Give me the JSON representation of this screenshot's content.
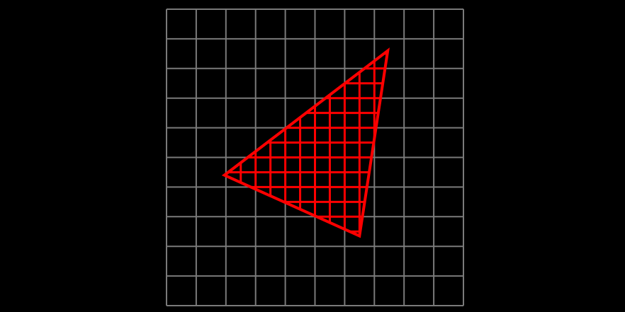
{
  "colors": {
    "background": "#000000",
    "grid": "#7a7a7a",
    "shape_outline": "#ff0000",
    "shape_hatch": "#ff0000"
  },
  "grid": {
    "columns": 10,
    "rows": 10
  },
  "triangle": {
    "vertices_in_grid_units": [
      [
        7.45,
        1.4
      ],
      [
        1.95,
        5.6
      ],
      [
        6.5,
        7.65
      ]
    ],
    "hatch_spacing_in_grid_units": 0.5
  }
}
